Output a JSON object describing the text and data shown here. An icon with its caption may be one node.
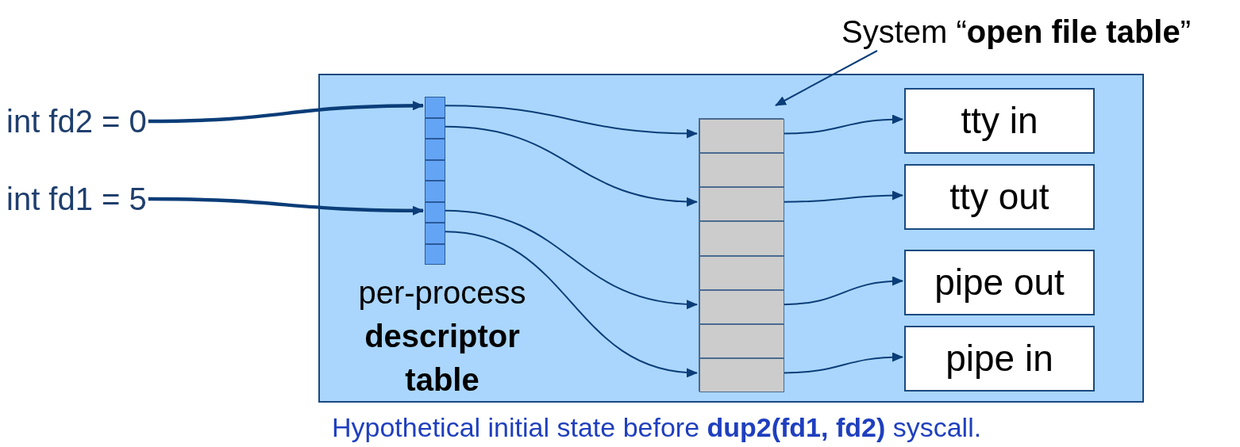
{
  "diagram": {
    "caption": "Hypothetical initial state before **dup2(fd1, fd2)** syscall.",
    "nodes": [
      {
        "text": [
          "System “**open file table**”"
        ]
      },
      {
        "text": [
          "int fd2 = 0"
        ]
      },
      {
        "text": [
          "int fd1 = 5"
        ]
      },
      {
        "text": [],
        "shape": "box"
      },
      {
        "text": [
          "per-process **descriptor table**"
        ],
        "in": 3
      },
      {
        "text": [],
        "shape": "box",
        "in": 4
      },
      {
        "text": [],
        "shape": "box",
        "in": 4
      },
      {
        "text": [],
        "shape": "box",
        "in": 4
      },
      {
        "text": [],
        "shape": "box",
        "in": 4
      },
      {
        "text": [],
        "shape": "box",
        "in": 4
      },
      {
        "text": [],
        "shape": "box",
        "in": 4
      },
      {
        "text": [],
        "shape": "box",
        "in": 4
      },
      {
        "text": [],
        "shape": "box",
        "in": 4
      },
      {
        "text": [],
        "shape": "box",
        "in": 3
      },
      {
        "text": [],
        "shape": "box",
        "in": 13
      },
      {
        "text": [],
        "shape": "box",
        "in": 13
      },
      {
        "text": [],
        "shape": "box",
        "in": 13
      },
      {
        "text": [],
        "shape": "box",
        "in": 13
      },
      {
        "text": [],
        "shape": "box",
        "in": 13
      },
      {
        "text": [],
        "shape": "box",
        "in": 13
      },
      {
        "text": [],
        "shape": "box",
        "in": 13
      },
      {
        "text": [],
        "shape": "box",
        "in": 13
      },
      {
        "text": [
          "tty in"
        ],
        "in": 3
      },
      {
        "text": [
          "tty out"
        ],
        "in": 3
      },
      {
        "text": [
          "pipe out"
        ],
        "in": 3
      },
      {
        "text": [
          "pipe in"
        ],
        "in": 3
      }
    ],
    "edges": [
      {
        "from": 0,
        "to": 13,
        "arrow": "to"
      },
      {
        "from": 1,
        "to": 5,
        "arrow": "to",
        "style": "thick"
      },
      {
        "from": 2,
        "to": 10,
        "arrow": "to",
        "style": "thick"
      },
      {
        "from": 5,
        "to": 14,
        "arrow": "to"
      },
      {
        "from": 6,
        "to": 16,
        "arrow": "to"
      },
      {
        "from": 10,
        "to": 19,
        "arrow": "to"
      },
      {
        "from": 11,
        "to": 21,
        "arrow": "to"
      },
      {
        "from": 14,
        "to": 22,
        "arrow": "to"
      },
      {
        "from": 16,
        "to": 23,
        "arrow": "to"
      },
      {
        "from": 19,
        "to": 24,
        "arrow": "to"
      },
      {
        "from": 21,
        "to": 25,
        "arrow": "to"
      }
    ]
  }
}
